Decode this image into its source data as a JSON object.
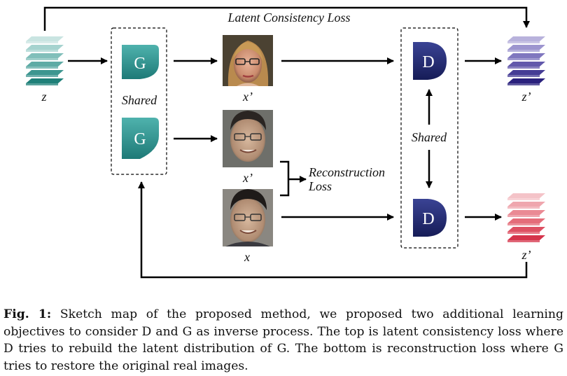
{
  "diagram": {
    "latent_loss_label": "Latent Consistency Loss",
    "generator_letter": "G",
    "discriminator_letter": "D",
    "shared_g_label": "Shared",
    "shared_d_label": "Shared",
    "z_label": "z",
    "z_prime_top_label": "z’",
    "z_prime_bottom_label": "z’",
    "x_prime_top_label": "x’",
    "x_prime_mid_label": "x’",
    "x_label": "x",
    "recon_line1": "Reconstruction",
    "recon_line2": "Loss",
    "colors": {
      "generator": "#2a8f8c",
      "discriminator": "#232a6e",
      "z_stack": [
        "#c9e4e1",
        "#a6d3cf",
        "#81bfba",
        "#5eaba5",
        "#3d9690",
        "#1f8079"
      ],
      "z_prime_top_stack": [
        "#b8b2dc",
        "#9d95cf",
        "#8077bf",
        "#6258ab",
        "#453c95",
        "#2a217d"
      ],
      "z_prime_bottom_stack": [
        "#f4c3c8",
        "#efa6ae",
        "#ea8a94",
        "#e46d7a",
        "#dd5062",
        "#d5344b"
      ]
    }
  },
  "caption": {
    "label": "Fig. 1:",
    "text": " Sketch map of the proposed method, we proposed two additional learning objectives to consider D and G as inverse process. The top is latent consistency loss where D tries to rebuild the latent distribution of G. The bottom is reconstruction loss where G tries to restore the original real images."
  }
}
